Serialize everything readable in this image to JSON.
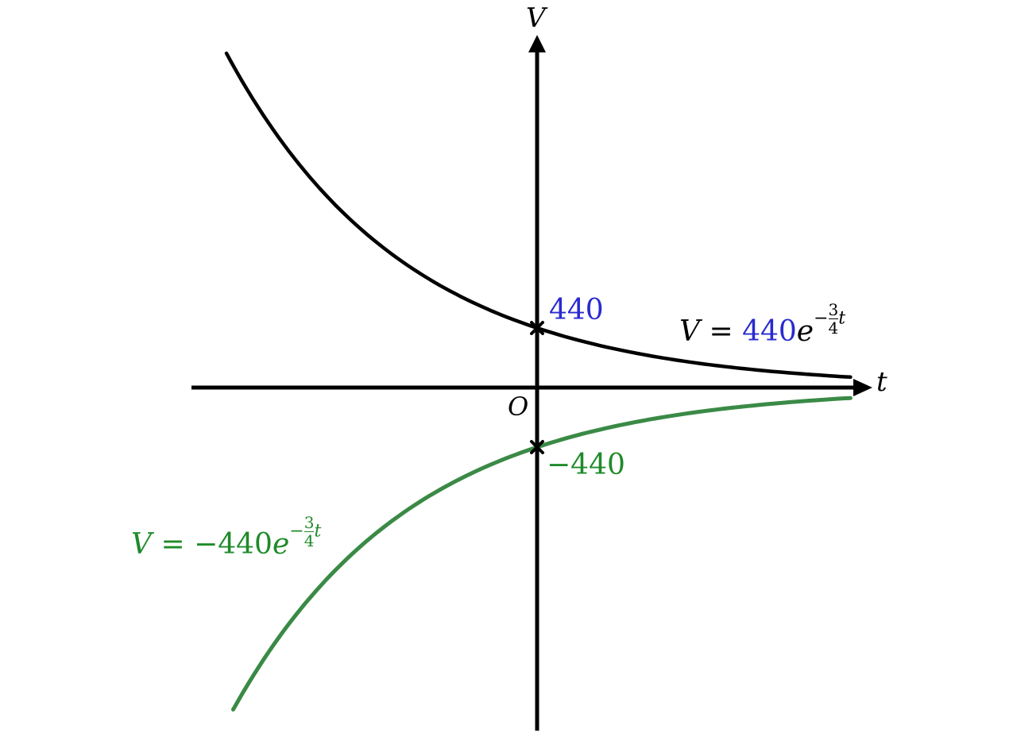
{
  "chart_data": {
    "type": "line",
    "title": "",
    "xlabel": "t",
    "ylabel": "V",
    "origin_label": "O",
    "xlim": [
      -2.57,
      2.48
    ],
    "ylim": [
      -2540,
      2640
    ],
    "grid": false,
    "legend": "none (curves labelled inline)",
    "series": [
      {
        "name": "V = 440e^(-3/4 t)",
        "color": "#000000",
        "coefficient": 440,
        "exponent": -0.75,
        "t_range": [
          -2.3,
          2.32
        ],
        "y_intercept": 440,
        "points": [
          [
            -2.3,
            2464
          ],
          [
            -2.0,
            1972
          ],
          [
            -1.5,
            1352
          ],
          [
            -1.0,
            932
          ],
          [
            -0.5,
            640
          ],
          [
            0,
            440
          ],
          [
            0.5,
            302
          ],
          [
            1.0,
            208
          ],
          [
            1.5,
            143
          ],
          [
            2.0,
            98
          ],
          [
            2.32,
            77
          ]
        ]
      },
      {
        "name": "V = -440e^(-3/4 t)",
        "color": "#2e8b3e",
        "coefficient": -440,
        "exponent": -0.75,
        "t_range": [
          -2.25,
          2.32
        ],
        "y_intercept": -440,
        "points": [
          [
            -2.25,
            -2380
          ],
          [
            -2.0,
            -1972
          ],
          [
            -1.5,
            -1352
          ],
          [
            -1.0,
            -932
          ],
          [
            -0.5,
            -640
          ],
          [
            0,
            -440
          ],
          [
            0.5,
            -302
          ],
          [
            1.0,
            -208
          ],
          [
            1.5,
            -143
          ],
          [
            2.0,
            -98
          ],
          [
            2.32,
            -77
          ]
        ]
      }
    ],
    "annotations": [
      {
        "text": "440",
        "at": [
          0,
          440
        ],
        "color": "#2a2ad0",
        "marker": "x"
      },
      {
        "text": "−440",
        "at": [
          0,
          -440
        ],
        "color": "#1f8a2a",
        "marker": "x"
      },
      {
        "text": "V = 440e^(−3/4 t)",
        "color_parts": {
          "V =": "#000000",
          "440": "#2a2ad0",
          "e^(−3/4 t)": "#000000"
        }
      },
      {
        "text": "V = −440e^(−3/4 t)",
        "color": "#1f8a2a"
      }
    ]
  },
  "axes": {
    "y_label": "V",
    "x_label": "t",
    "origin": "O"
  },
  "points": {
    "top_label": "440",
    "bottom_label": "−440"
  },
  "eq_top": {
    "lhs": "V",
    "eq": "=",
    "coef": "440",
    "base": "e",
    "sign": "−",
    "num": "3",
    "den": "4",
    "var": "t"
  },
  "eq_bottom": {
    "lhs": "V",
    "eq": "=",
    "coef": "−440",
    "base": "e",
    "sign": "−",
    "num": "3",
    "den": "4",
    "var": "t"
  },
  "colors": {
    "axis": "#000000",
    "top_curve": "#000000",
    "bottom_curve": "#3a8a46",
    "blue": "#2a2ad0",
    "green": "#1f8a2a"
  }
}
